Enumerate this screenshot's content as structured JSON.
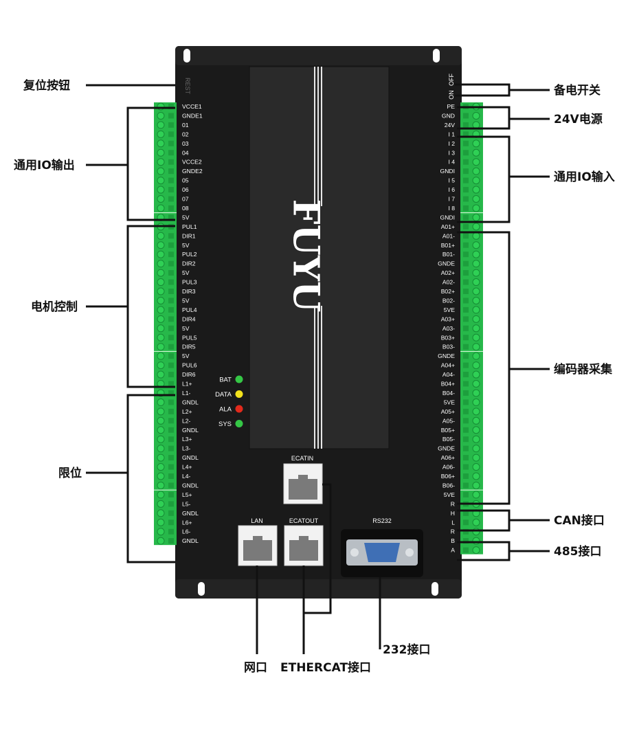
{
  "brand": "FUYU",
  "switch_labels": {
    "reset": "REST",
    "off": "OFF",
    "on": "ON"
  },
  "left_pins": [
    "VCCE1",
    "GNDE1",
    "01",
    "02",
    "03",
    "04",
    "VCCE2",
    "GNDE2",
    "05",
    "06",
    "07",
    "08",
    "5V",
    "PUL1",
    "DIR1",
    "5V",
    "PUL2",
    "DIR2",
    "5V",
    "PUL3",
    "DIR3",
    "5V",
    "PUL4",
    "DIR4",
    "5V",
    "PUL5",
    "DIR5",
    "5V",
    "PUL6",
    "DIR6",
    "L1+",
    "L1-",
    "GNDL",
    "L2+",
    "L2-",
    "GNDL",
    "L3+",
    "L3-",
    "GNDL",
    "L4+",
    "L4-",
    "GNDL",
    "L5+",
    "L5-",
    "GNDL",
    "L6+",
    "L6-",
    "GNDL"
  ],
  "right_pins": [
    "PE",
    "GND",
    "24V",
    "I 1",
    "I 2",
    "I 3",
    "I 4",
    "GNDI",
    "I 5",
    "I 6",
    "I 7",
    "I 8",
    "GNDI",
    "A01+",
    "A01-",
    "B01+",
    "B01-",
    "GNDE",
    "A02+",
    "A02-",
    "B02+",
    "B02-",
    "5VE",
    "A03+",
    "A03-",
    "B03+",
    "B03-",
    "GNDE",
    "A04+",
    "A04-",
    "B04+",
    "B04-",
    "5VE",
    "A05+",
    "A05-",
    "B05+",
    "B05-",
    "GNDE",
    "A06+",
    "A06-",
    "B06+",
    "B06-",
    "5VE",
    "R",
    "H",
    "L",
    "R",
    "B",
    "A"
  ],
  "leds": [
    {
      "label": "BAT",
      "color": "#35c746"
    },
    {
      "label": "DATA",
      "color": "#f3e21c"
    },
    {
      "label": "ALA",
      "color": "#e22a1c"
    },
    {
      "label": "SYS",
      "color": "#35c746"
    }
  ],
  "ports": {
    "ecatin": "ECATIN",
    "lan": "LAN",
    "ecatout": "ECATOUT",
    "rs232": "RS232"
  },
  "callouts": {
    "reset_button": "复位按钮",
    "general_io_output": "通用IO输出",
    "motor_control": "电机控制",
    "limit": "限位",
    "backup_switch": "备电开关",
    "power_24v": "24V电源",
    "general_io_input": "通用IO输入",
    "encoder": "编码器采集",
    "can_port": "CAN接口",
    "port_485": "485接口",
    "port_232": "232接口",
    "network_port": "网口",
    "ethercat_port": "ETHERCAT接口"
  }
}
